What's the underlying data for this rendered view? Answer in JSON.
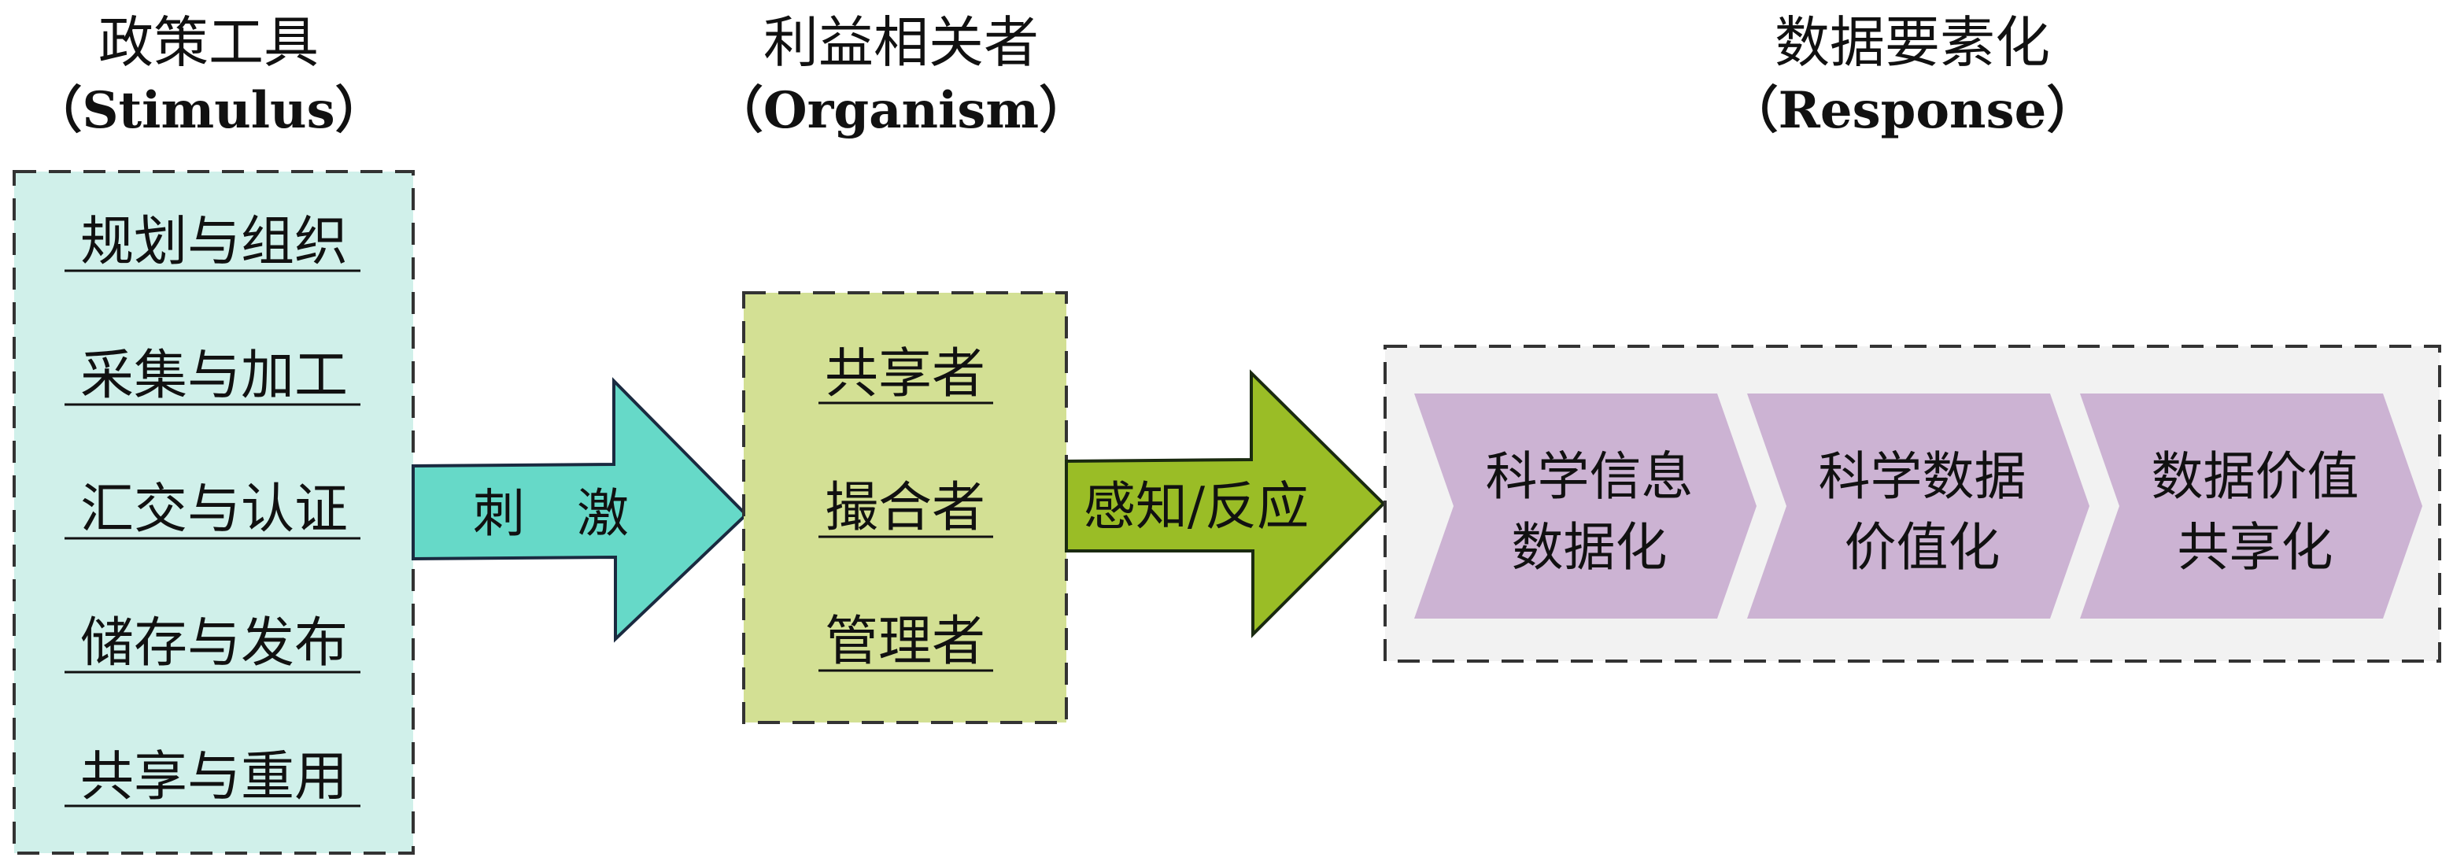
{
  "stimulus": {
    "title": "政策工具",
    "subtitle": "（Stimulus）",
    "items": [
      "规划与组织",
      "采集与加工",
      "汇交与认证",
      "储存与发布",
      "共享与重用"
    ]
  },
  "organism": {
    "title": "利益相关者",
    "subtitle": "（Organism）",
    "items": [
      "共享者",
      "撮合者",
      "管理者"
    ]
  },
  "response": {
    "title": "数据要素化",
    "subtitle": "（Response）",
    "stages": [
      {
        "line1": "科学信息",
        "line2": "数据化"
      },
      {
        "line1": "科学数据",
        "line2": "价值化"
      },
      {
        "line1": "数据价值",
        "line2": "共享化"
      }
    ]
  },
  "arrows": {
    "stimulus_label": "刺　激",
    "organism_label": "感知/反应"
  },
  "colors": {
    "stimulus_box": "#d0f0ea",
    "stimulus_arrow": "#66d9c8",
    "organism_box": "#d3e094",
    "organism_arrow": "#9abd26",
    "response_box": "#f2f2f2",
    "chevron": "#ccb3d3"
  }
}
